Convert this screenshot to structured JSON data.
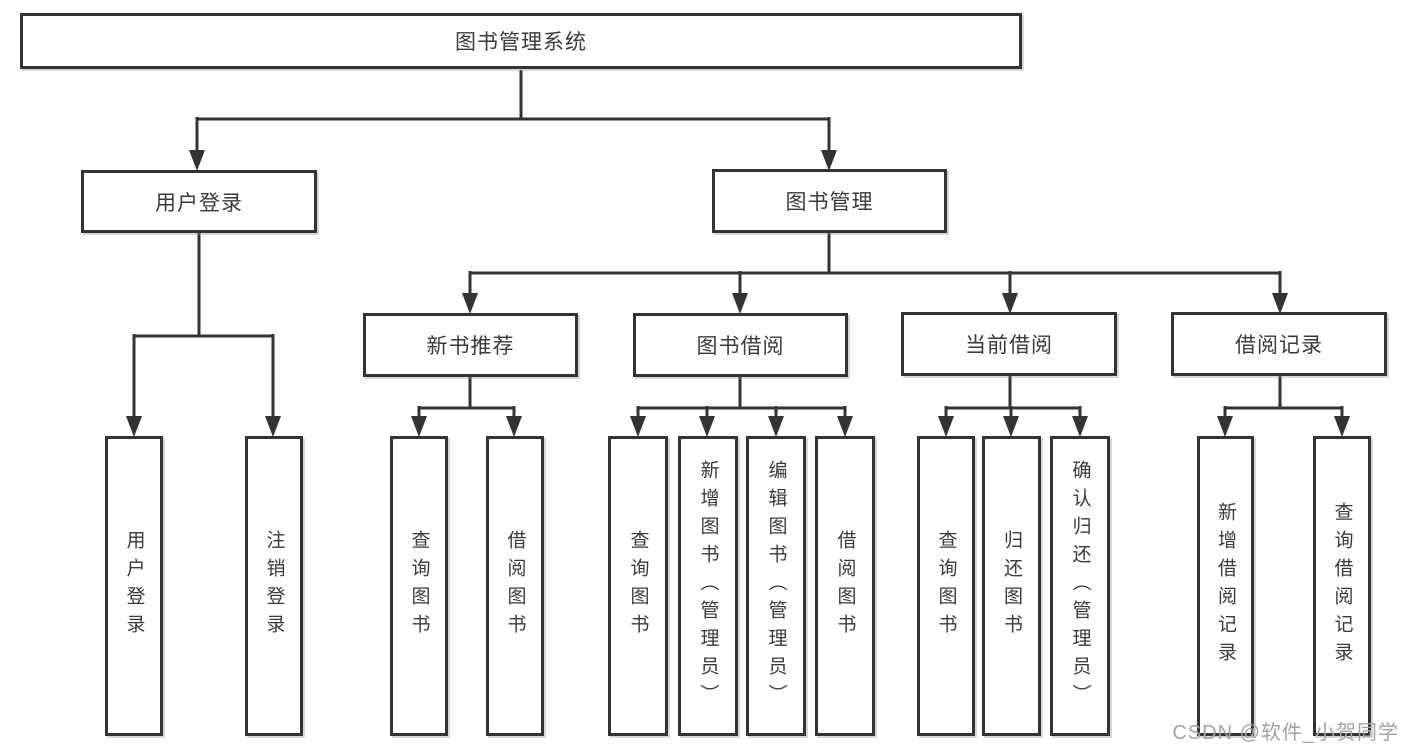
{
  "diagram": {
    "root": {
      "label": "图书管理系统"
    },
    "level2": {
      "user_login": {
        "label": "用户登录"
      },
      "book_management": {
        "label": "图书管理"
      }
    },
    "level3": {
      "new_book_recommend": {
        "label": "新书推荐"
      },
      "book_borrow": {
        "label": "图书借阅"
      },
      "current_borrow": {
        "label": "当前借阅"
      },
      "borrow_records": {
        "label": "借阅记录"
      }
    },
    "leaves": {
      "user_login": {
        "label": "用户登录"
      },
      "logout": {
        "label": "注销登录"
      },
      "recommend_query_book": {
        "label": "查询图书"
      },
      "recommend_borrow_book": {
        "label": "借阅图书"
      },
      "borrow_query_book": {
        "label": "查询图书"
      },
      "borrow_add_book_admin": {
        "label": "新增图书（管理员）"
      },
      "borrow_edit_book_admin": {
        "label": "编辑图书（管理员）"
      },
      "borrow_borrow_book": {
        "label": "借阅图书"
      },
      "current_query_book": {
        "label": "查询图书"
      },
      "current_return_book": {
        "label": "归还图书"
      },
      "current_confirm_return_admin": {
        "label": "确认归还（管理员）"
      },
      "records_add_record": {
        "label": "新增借阅记录"
      },
      "records_query_record": {
        "label": "查询借阅记录"
      }
    }
  },
  "watermark": {
    "text": "CSDN @软件_小贺同学"
  },
  "colors": {
    "line": "#333333",
    "box_border": "#333333",
    "box_fill": "#ffffff",
    "text": "#3a3a3a",
    "watermark": "#a2a2aa",
    "background": "#ffffff"
  }
}
